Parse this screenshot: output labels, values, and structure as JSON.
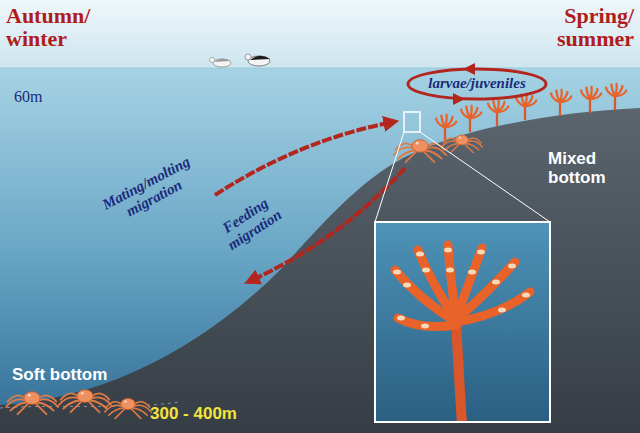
{
  "diagram": {
    "nodes": [
      {
        "text": [
          "larvae/juveniles"
        ]
      }
    ],
    "labels": [
      "Autumn/ winter",
      "Spring/ summer",
      "60m",
      "Mating/molting migration",
      "Feeding migration",
      "Mixed bottom",
      "Soft bottom",
      "300 - 400m"
    ]
  }
}
